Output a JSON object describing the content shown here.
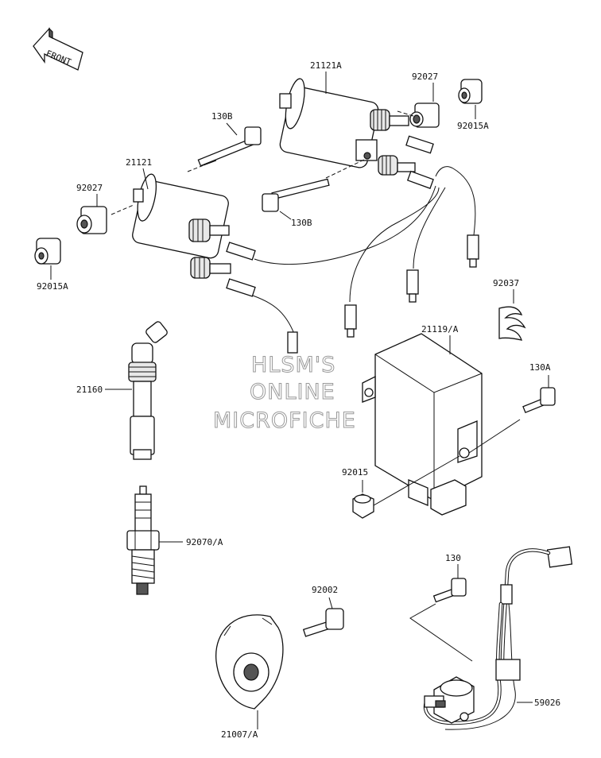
{
  "front_label": "FRONT",
  "labels": {
    "ignition_coil_a": "21121A",
    "cap_upper": "92027",
    "grommet_upper": "92015A",
    "bolt_upper": "130B",
    "ignition_coil": "21121",
    "cap_left": "92027",
    "bolt_mid": "130B",
    "grommet_left": "92015A",
    "clamp": "92037",
    "igniter": "21119/A",
    "spark_plug_cap": "21160",
    "bolt_igniter": "130A",
    "nut_igniter": "92015",
    "spark_plug": "92070/A",
    "bolt_pickup": "130",
    "bolt_rotor": "92002",
    "pickup_coil": "59026",
    "rotor": "21007/A"
  },
  "watermark": [
    "HLSM'S",
    "ONLINE",
    "MICROFICHE"
  ]
}
